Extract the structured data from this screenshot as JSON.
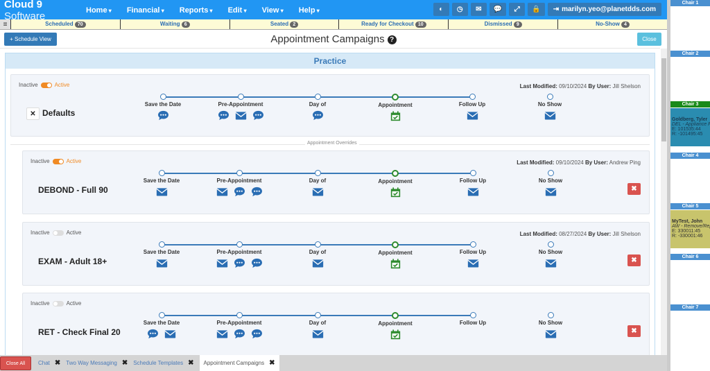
{
  "brand": {
    "name": "Cloud 9",
    "suffix": " Software"
  },
  "menu": [
    "Home",
    "Financial",
    "Reports",
    "Edit",
    "View",
    "Help"
  ],
  "tools": [
    {
      "icon": "eye-slash-icon",
      "glyph": "◐"
    },
    {
      "icon": "clock-icon",
      "glyph": "◷"
    },
    {
      "icon": "envelope-icon",
      "glyph": "✉"
    },
    {
      "icon": "chat-icon",
      "glyph": "💬"
    },
    {
      "icon": "expand-icon",
      "glyph": "⤢"
    },
    {
      "icon": "lock-icon",
      "glyph": "🔒"
    }
  ],
  "user": {
    "icon": "sign-out-icon",
    "label": "marilyn.yeo@planetdds.com"
  },
  "statuses": [
    {
      "label": "Scheduled",
      "count": "70"
    },
    {
      "label": "Waiting",
      "count": "6"
    },
    {
      "label": "Seated",
      "count": "2"
    },
    {
      "label": "Ready for Checkout",
      "count": "10"
    },
    {
      "label": "Dismissed",
      "count": "9"
    },
    {
      "label": "No-Show",
      "count": "4"
    }
  ],
  "header": {
    "schedule_view": "+ Schedule View",
    "title": "Appointment Campaigns",
    "help": "?",
    "close": "Close"
  },
  "panel": {
    "title": "Practice",
    "overrides_label": "Appointment Overrides"
  },
  "labels": {
    "inactive": "Inactive",
    "active": "Active",
    "last_modified": "Last Modified:",
    "by_user": "By User:"
  },
  "stages": [
    "Save the Date",
    "Pre-Appointment",
    "Day of",
    "Appointment",
    "Follow Up",
    "No Show"
  ],
  "campaigns": [
    {
      "name": "Defaults",
      "active": true,
      "modified": "09/10/2024",
      "user": "Jill Shelson",
      "icons": [
        [
          "chat"
        ],
        [
          "chat",
          "mail",
          "chat"
        ],
        [
          "chat"
        ],
        [
          "calendar"
        ],
        [
          "mail"
        ],
        [
          "mail"
        ]
      ]
    },
    {
      "name": "DEBOND - Full 90",
      "active": true,
      "modified": "09/10/2024",
      "user": "Andrew Ping",
      "icons": [
        [
          "mail"
        ],
        [
          "mail",
          "chat",
          "chat"
        ],
        [
          "mail"
        ],
        [
          "calendar"
        ],
        [
          "mail"
        ],
        [
          "mail"
        ]
      ]
    },
    {
      "name": "EXAM - Adult 18+",
      "active": false,
      "modified": "08/27/2024",
      "user": "Jill Shelson",
      "icons": [
        [
          "mail"
        ],
        [
          "mail",
          "chat",
          "chat"
        ],
        [
          "mail"
        ],
        [
          "calendar"
        ],
        [
          "mail"
        ],
        [
          "mail"
        ]
      ]
    },
    {
      "name": "RET - Check Final 20",
      "active": false,
      "modified": "",
      "user": "",
      "icons": [
        [
          "chat",
          "mail"
        ],
        [
          "mail",
          "chat",
          "chat"
        ],
        [
          "mail"
        ],
        [
          "calendar"
        ],
        [],
        [
          "mail"
        ]
      ]
    }
  ],
  "chairs": [
    {
      "label": "Chair 1"
    },
    {
      "label": "Chair 2"
    },
    {
      "label": "Chair 3",
      "active": true,
      "appt": {
        "patient": "Goldberg, Tyler",
        "proc": "DEL - Appliance F",
        "e": "E: 101535:44",
        "r": "R: -101495:45",
        "color": "#2a8cb0",
        "text": "#1a3a50"
      }
    },
    {
      "label": "Chair 4"
    },
    {
      "label": "Chair 5",
      "appt": {
        "patient": "MyTest, John",
        "proc": "AW - Remove/Rep",
        "e": "E: 330011:45",
        "r": "R: -330001:46",
        "color": "#c8c46c",
        "text": "#333"
      }
    },
    {
      "label": "Chair 6"
    },
    {
      "label": "Chair 7"
    }
  ],
  "bottom_tabs": {
    "close_all": "Close All",
    "tabs": [
      {
        "label": "Chat"
      },
      {
        "label": "Two Way Messaging"
      },
      {
        "label": "Schedule Templates"
      },
      {
        "label": "Appointment Campaigns",
        "active": true
      }
    ]
  },
  "colors": {
    "nav": "#2196f3",
    "accent": "#f08a24",
    "stage_line": "#3a7ab8",
    "appointment_green": "#2e8b2e",
    "danger": "#d9534f"
  }
}
